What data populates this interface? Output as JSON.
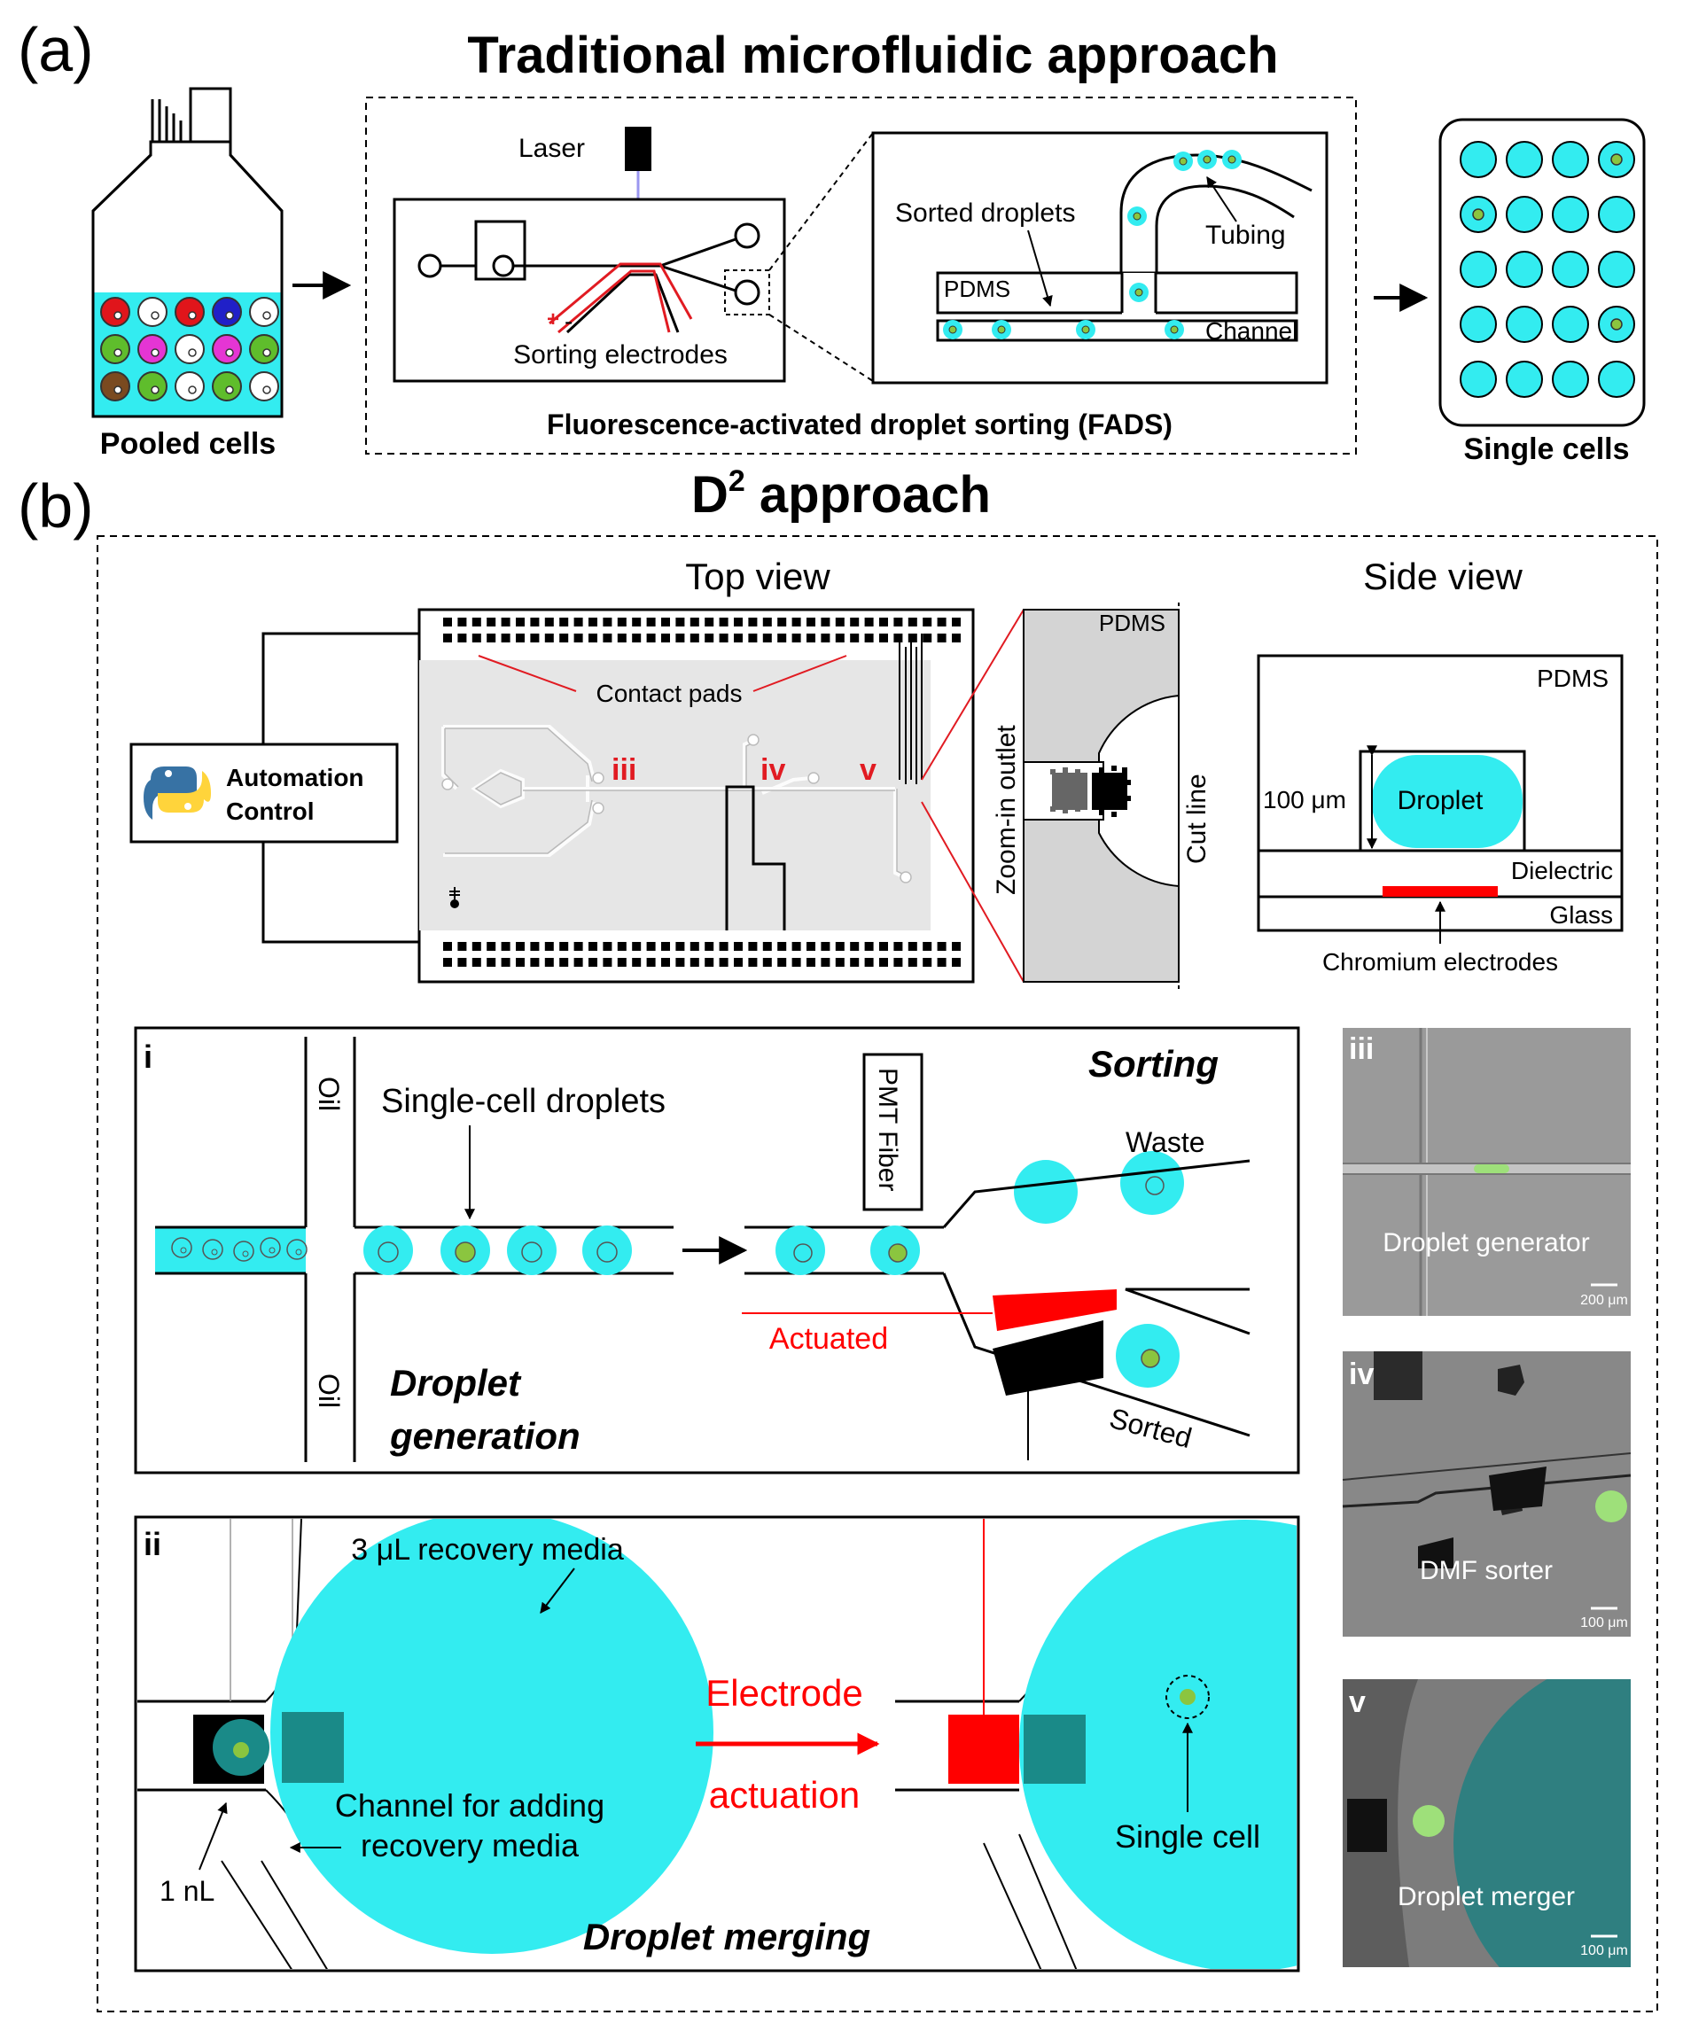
{
  "panel_a": {
    "letter": "(a)",
    "title": "Traditional microfluidic approach",
    "pooled_label": "Pooled cells",
    "laser_label": "Laser",
    "electrodes_label": "Sorting electrodes",
    "plus": "+",
    "minus": "-",
    "sorted_droplets_label": "Sorted droplets",
    "pdms_label": "PDMS",
    "tubing_label": "Tubing",
    "channel_label": "Channel",
    "fads_label": "Fluorescence-activated droplet sorting (FADS)",
    "single_cells_label": "Single cells",
    "cell_colors": [
      [
        "#e0151b",
        "#ffffff",
        "#e0151b",
        "#2020c8",
        "#ffffff"
      ],
      [
        "#5fbd2c",
        "#e535d4",
        "#ffffff",
        "#e535d4",
        "#5fbd2c"
      ],
      [
        "#7a4a20",
        "#5fbd2c",
        "#ffffff",
        "#5fbd2c",
        "#ffffff"
      ]
    ]
  },
  "panel_b": {
    "letter": "(b)",
    "title_main": "D",
    "title_sup": "2",
    "title_rest": " approach",
    "top_view_label": "Top view",
    "side_view_label": "Side view",
    "automation_line1": "Automation",
    "automation_line2": "Control",
    "contact_pads_label": "Contact pads",
    "roman_iii": "iii",
    "roman_iv": "iv",
    "roman_v": "v",
    "pdms_label": "PDMS",
    "zoom_label": "Zoom-in outlet",
    "cut_line_label": "Cut line",
    "side_pdms_label": "PDMS",
    "side_height_label": "100 μm",
    "side_droplet_label": "Droplet",
    "dielectric_label": "Dielectric",
    "glass_label": "Glass",
    "chromium_label": "Chromium electrodes"
  },
  "panel_i": {
    "numeral": "i",
    "oil_label": "Oil",
    "single_cell_label": "Single-cell droplets",
    "gen_line1": "Droplet",
    "gen_line2": "generation",
    "pmt_label": "PMT Fiber",
    "sorting_label": "Sorting",
    "waste_label": "Waste",
    "actuated_label": "Actuated",
    "sorted_label": "Sorted"
  },
  "panel_ii": {
    "numeral": "ii",
    "recovery_media_label": "3 μL recovery media",
    "channel_line1": "Channel for adding",
    "channel_line2": "recovery media",
    "volume_label": "1 nL",
    "electrode_line1": "Electrode",
    "electrode_line2": "actuation",
    "single_cell_label": "Single cell",
    "merging_label": "Droplet merging"
  },
  "micrographs": [
    {
      "numeral": "iii",
      "caption": "Droplet generator",
      "scale": "200 μm"
    },
    {
      "numeral": "iv",
      "caption": "DMF sorter",
      "scale": "100 μm"
    },
    {
      "numeral": "v",
      "caption": "Droplet merger",
      "scale": "100 μm"
    }
  ],
  "colors": {
    "cyan": "#33ecf0",
    "red": "#ff0000",
    "green_cell": "#8bc53f",
    "teal": "#1a8a88",
    "pink_line": "#e11b22",
    "laser_line": "#9b97f0"
  }
}
